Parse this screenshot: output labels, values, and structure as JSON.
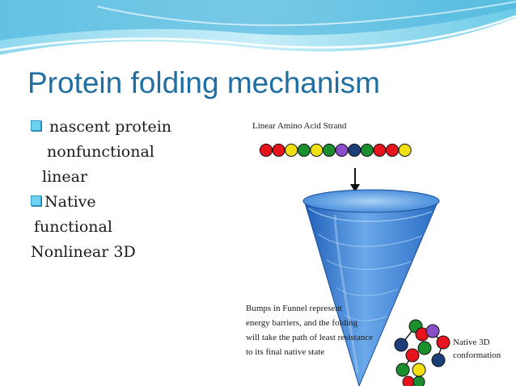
{
  "slide": {
    "title": "Protein folding mechanism",
    "bullets": [
      {
        "text": "nascent protein",
        "marker": true
      },
      {
        "text": "nonfunctional",
        "marker": false
      },
      {
        "text": "linear",
        "marker": false
      },
      {
        "text": "Native",
        "marker": true
      },
      {
        "text": "functional",
        "marker": false
      },
      {
        "text": "Nonlinear 3D",
        "marker": false
      }
    ]
  },
  "figure": {
    "top_label": "Linear Amino Acid Strand",
    "bumps_label": [
      "Bumps in Funnel represent",
      "energy barriers, and the folding",
      "will take the path of least resistance",
      "to its final native state"
    ],
    "native_label": [
      "Native 3D",
      "conformation"
    ],
    "strand_colors": [
      "#e8141d",
      "#e8141d",
      "#f3e012",
      "#1a8f2e",
      "#f3e012",
      "#1a8f2e",
      "#8a4fc6",
      "#1c3f7a",
      "#1a8f2e",
      "#e8141d",
      "#e8141d",
      "#f3e012"
    ],
    "colors": {
      "title": "#1f6fa3",
      "bullet_marker": "#6fd0f0",
      "funnel": "#3f86d6",
      "banner_light": "#bfe9f5",
      "banner_dark": "#4cb6dc"
    }
  }
}
